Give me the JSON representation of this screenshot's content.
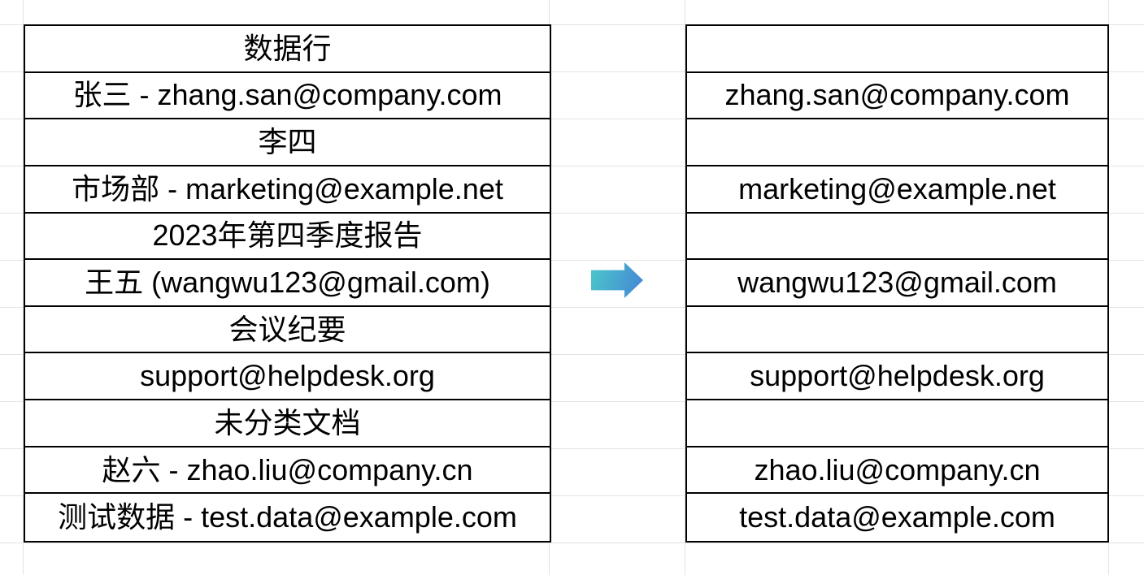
{
  "app": {
    "type": "spreadsheet-grid",
    "background_color": "#ffffff",
    "gridline_color": "#e3e3e3",
    "table_border_color": "#000000",
    "text_color": "#000000"
  },
  "left_table": {
    "header": "数据行",
    "rows": [
      "张三 - zhang.san@company.com",
      "李四",
      "市场部 - marketing@example.net",
      "2023年第四季度报告",
      "王五 (wangwu123@gmail.com)",
      "会议纪要",
      "support@helpdesk.org",
      "未分类文档",
      "赵六 - zhao.liu@company.cn",
      "测试数据 - test.data@example.com"
    ]
  },
  "right_table": {
    "header": "",
    "rows": [
      "zhang.san@company.com",
      "",
      "marketing@example.net",
      "",
      "wangwu123@gmail.com",
      "",
      "support@helpdesk.org",
      "",
      "zhao.liu@company.cn",
      "test.data@example.com"
    ]
  },
  "arrow": {
    "icon": "right-arrow-icon",
    "gradient_start": "#4bc7c9",
    "gradient_end": "#4585d5"
  }
}
